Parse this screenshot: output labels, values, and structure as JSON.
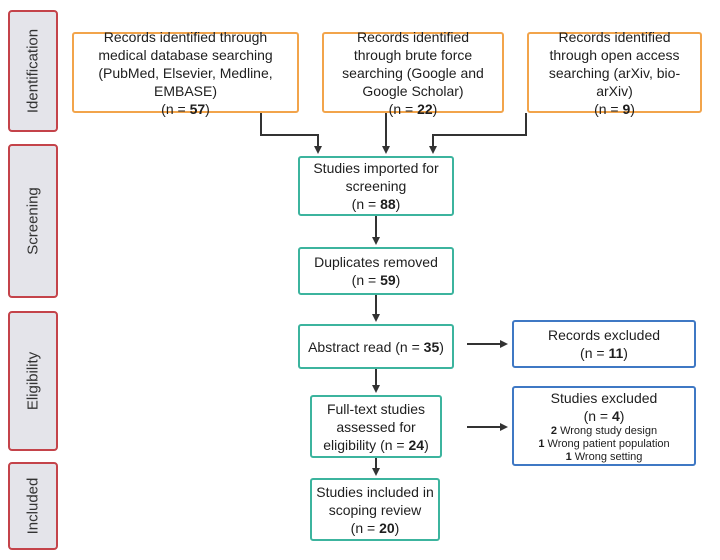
{
  "stages": [
    "Identification",
    "Screening",
    "Eligibility",
    "Included"
  ],
  "identification": {
    "medical": {
      "text": "Records identified through medical database searching (PubMed, Elsevier, Medline, EMBASE)",
      "n_prefix": "(n = ",
      "n": "57",
      "n_suffix": ")"
    },
    "brute": {
      "text": "Records identified through brute force searching (Google and Google Scholar)",
      "n_prefix": "(n = ",
      "n": "22",
      "n_suffix": ")"
    },
    "open": {
      "text": "Records identified through open access searching (arXiv, bio-arXiv)",
      "n_prefix": "(n = ",
      "n": "9",
      "n_suffix": ")"
    }
  },
  "screening": {
    "imported": {
      "text": "Studies imported for screening",
      "n_prefix": "(n = ",
      "n": "88",
      "n_suffix": ")"
    },
    "duplicates": {
      "text": "Duplicates removed",
      "n_prefix": "(n = ",
      "n": "59",
      "n_suffix": ")"
    }
  },
  "eligibility": {
    "abstract": {
      "text": "Abstract read",
      "n_prefix": "(n = ",
      "n": "35",
      "n_suffix": ")"
    },
    "records_excluded": {
      "text": "Records excluded",
      "n_prefix": "(n = ",
      "n": "11",
      "n_suffix": ")"
    },
    "fulltext": {
      "text": "Full-text studies assessed for eligibility",
      "n_prefix": "(n = ",
      "n": "24",
      "n_suffix": ")"
    },
    "studies_excluded": {
      "text": "Studies excluded",
      "n_prefix": "(n = ",
      "n": "4",
      "n_suffix": ")",
      "reasons": [
        {
          "count": "2",
          "label": "Wrong study design"
        },
        {
          "count": "1",
          "label": "Wrong patient population"
        },
        {
          "count": "1",
          "label": "Wrong setting"
        }
      ]
    }
  },
  "included": {
    "studies": {
      "text": "Studies included in scoping review",
      "n_prefix": "(n = ",
      "n": "20",
      "n_suffix": ")"
    }
  },
  "colors": {
    "stage_border": "#c4434a",
    "stage_fill": "#e4e4ea",
    "identification": "#f2a44b",
    "process": "#3cb49e",
    "excluded": "#3f78c4",
    "arrow": "#333333"
  }
}
